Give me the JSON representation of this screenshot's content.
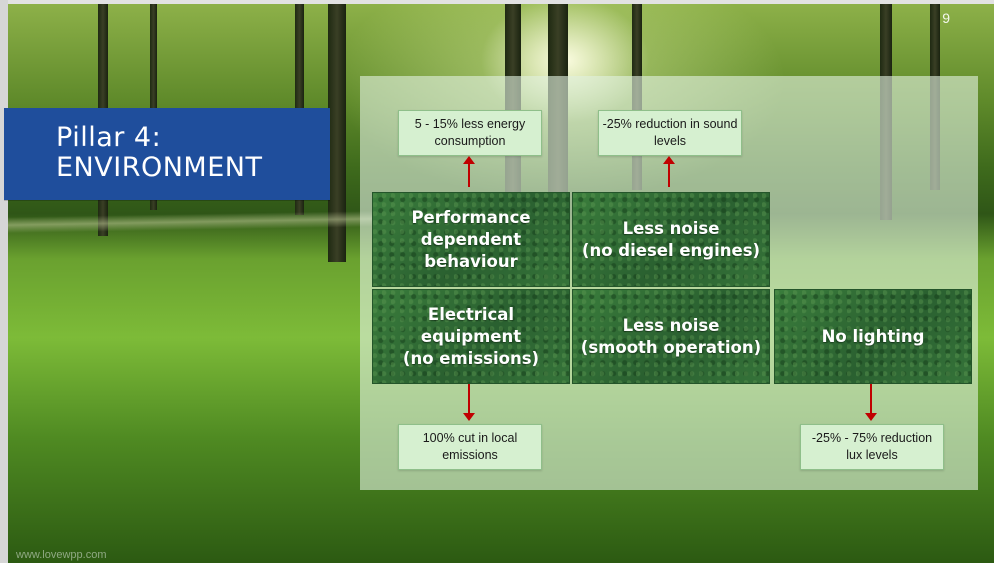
{
  "slide": {
    "number": "9",
    "watermark": "www.lovewpp.com",
    "title_line1": "Pillar 4:",
    "title_line2": "ENVIRONMENT"
  },
  "boxes": {
    "performance": [
      "Performance",
      "dependent",
      "behaviour"
    ],
    "less_noise_diesel": [
      "Less noise",
      "(no diesel engines)"
    ],
    "electrical": [
      "Electrical",
      "equipment",
      "(no emissions)"
    ],
    "less_noise_smooth": [
      "Less noise",
      "(smooth operation)"
    ],
    "no_lighting": [
      "No lighting"
    ]
  },
  "results": {
    "energy": [
      "5 - 15% less energy",
      "consumption"
    ],
    "sound": [
      "-25% reduction in sound",
      "levels"
    ],
    "emissions": [
      "100% cut in local",
      "emissions"
    ],
    "lux": [
      "-25% - 75% reduction",
      "lux levels"
    ]
  },
  "colors": {
    "title_banner": "#1f4e9c",
    "box_green": "#2f6b33",
    "result_fill": "#d6f0d0",
    "arrow": "#c00000"
  }
}
